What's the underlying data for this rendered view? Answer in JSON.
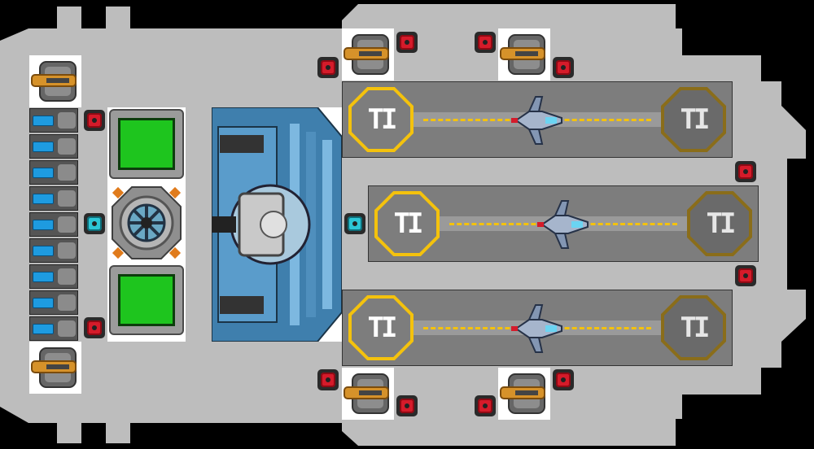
{
  "scene": {
    "kind": "spaceship-hangar-top-down",
    "hull_color": "#bdbdbd",
    "space_color": "#000000",
    "highlight_slot_color": "#ffffff"
  },
  "bays": [
    {
      "id": "bay-top",
      "pad_left_label": "TI",
      "pad_right_label": "TI",
      "pad_left_color": "#f4c20d",
      "pad_right_color": "#8a6d1a"
    },
    {
      "id": "bay-middle",
      "pad_left_label": "TI",
      "pad_right_label": "TI",
      "pad_left_color": "#f4c20d",
      "pad_right_color": "#8a6d1a"
    },
    {
      "id": "bay-bottom",
      "pad_left_label": "TI",
      "pad_right_label": "TI",
      "pad_left_color": "#f4c20d",
      "pad_right_color": "#8a6d1a"
    }
  ],
  "icons": {
    "weapon": "cannon-turret-icon",
    "system_red": "red-system-node-icon",
    "system_cyan": "cyan-system-node-icon",
    "battery": "battery-cell-icon",
    "screen": "green-monitor-icon",
    "reactor": "reactor-core-icon",
    "fighter": "fighter-ship-icon",
    "pad": "landing-pad-icon"
  },
  "colors": {
    "alert_red": "#d51b2a",
    "cyan_node": "#2cc6d6",
    "landing_yellow": "#f4c20d",
    "monitor_green": "#1ec51e",
    "battery_blue": "#1e9be0"
  }
}
